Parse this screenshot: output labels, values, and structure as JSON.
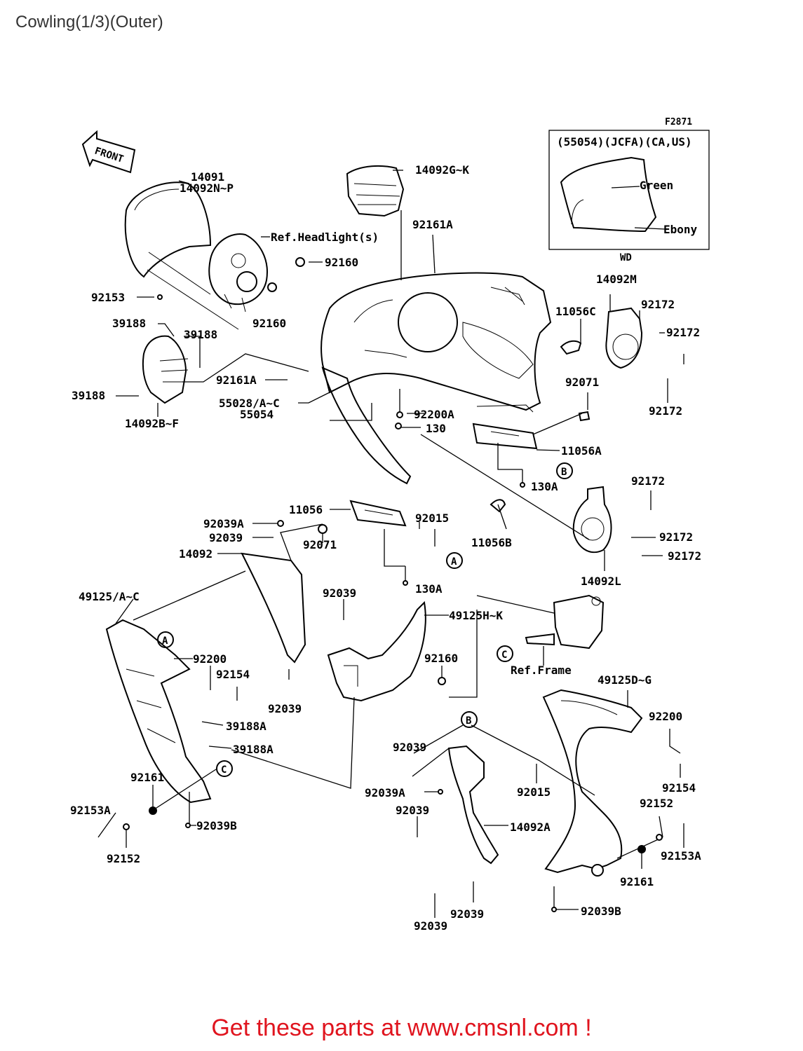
{
  "page": {
    "title": "Cowling(1/3)(Outer)",
    "figure_code": "F2871",
    "front_label": "FRONT",
    "footer": "Get these parts at www.cmsnl.com !",
    "footer_color": "#e0141e"
  },
  "inset": {
    "header": "(55054)(JCFA)(CA,US)",
    "color1": "Green",
    "color2": "Ebony",
    "caption": "WD"
  },
  "refs": {
    "A": "A",
    "B": "B",
    "C": "C"
  },
  "labels": {
    "l14091": "14091",
    "l14092NP": "14092N~P",
    "l14092GK": "14092G~K",
    "l92161A_top": "92161A",
    "ref_headlight": "Ref.Headlight(s)",
    "l92160_a": "92160",
    "l92160_b": "92160",
    "l92153": "92153",
    "l39188_a": "39188",
    "l39188_b": "39188",
    "l39188_c": "39188",
    "l92161A_mid": "92161A",
    "l55028": "55028/A~C",
    "l55054": "55054",
    "l14092BF": "14092B~F",
    "l14092M": "14092M",
    "l11056C": "11056C",
    "l92172_a": "92172",
    "l92172_b": "92172",
    "l92172_c": "92172",
    "l92071_a": "92071",
    "l92200A": "92200A",
    "l130": "130",
    "l11056A": "11056A",
    "l130A_a": "130A",
    "l92172_d": "92172",
    "l92172_e": "92172",
    "l92172_f": "92172",
    "l14092L": "14092L",
    "l11056": "11056",
    "l92039A_a": "92039A",
    "l92039_a": "92039",
    "l14092": "14092",
    "l92071_b": "92071",
    "l92015_a": "92015",
    "l11056B": "11056B",
    "l130A_b": "130A",
    "l49125AC": "49125/A~C",
    "l92039_b": "92039",
    "l49125HK": "49125H~K",
    "l92200_a": "92200",
    "l92154_a": "92154",
    "l92160_c": "92160",
    "ref_frame": "Ref.Frame",
    "l92039_c": "92039",
    "l39188A_a": "39188A",
    "l39188A_b": "39188A",
    "l49125DG": "49125D~G",
    "l92200_b": "92200",
    "l92161_a": "92161",
    "l92153A_a": "92153A",
    "l92039B_a": "92039B",
    "l92152_a": "92152",
    "l92039_d": "92039",
    "l92039A_b": "92039A",
    "l92015_b": "92015",
    "l92154_b": "92154",
    "l92039_e": "92039",
    "l14092A": "14092A",
    "l92152_b": "92152",
    "l92153A_b": "92153A",
    "l92161_b": "92161",
    "l92039_f": "92039",
    "l92039_g": "92039",
    "l92039B_b": "92039B"
  }
}
